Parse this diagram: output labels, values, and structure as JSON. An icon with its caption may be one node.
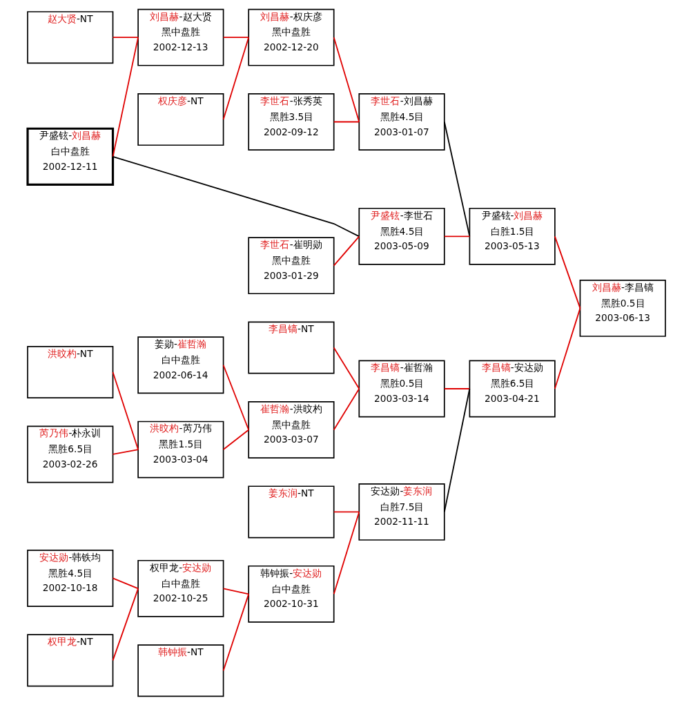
{
  "diagram": {
    "nodes": [
      {
        "text": [
          "尹盛铉-刘昌赫",
          "白中盘胜",
          "2002-12-11"
        ]
      },
      {
        "text": [
          "赵大贤-NT"
        ]
      },
      {
        "text": [
          "洪旼杓-NT"
        ]
      },
      {
        "text": [
          "芮乃伟-朴永训",
          "黑胜6.5目",
          "2003-02-26"
        ]
      },
      {
        "text": [
          "安达勋-韩铁均",
          "黑胜4.5目",
          "2002-10-18"
        ]
      },
      {
        "text": [
          "权甲龙-NT"
        ]
      },
      {
        "text": [
          "刘昌赫-赵大贤",
          "黑中盘胜",
          "2002-12-13"
        ]
      },
      {
        "text": [
          "权庆彦-NT"
        ]
      },
      {
        "text": [
          "姜勋-崔哲瀚",
          "白中盘胜",
          "2002-06-14"
        ]
      },
      {
        "text": [
          "洪旼杓-芮乃伟",
          "黑胜1.5目",
          "2003-03-04"
        ]
      },
      {
        "text": [
          "权甲龙-安达勋",
          "白中盘胜",
          "2002-10-25"
        ]
      },
      {
        "text": [
          "韩钟振-NT"
        ]
      },
      {
        "text": [
          "李世石-张秀英",
          "黑胜3.5目",
          "2002-09-12"
        ]
      },
      {
        "text": [
          "刘昌赫-权庆彦",
          "黑中盘胜",
          "2002-12-20"
        ]
      },
      {
        "text": [
          "李世石-崔明勋",
          "黑中盘胜",
          "2003-01-29"
        ]
      },
      {
        "text": [
          "李昌镐-NT"
        ]
      },
      {
        "text": [
          "崔哲瀚-洪旼杓",
          "黑中盘胜",
          "2003-03-07"
        ]
      },
      {
        "text": [
          "姜东润-NT"
        ]
      },
      {
        "text": [
          "韩钟振-安达勋",
          "白中盘胜",
          "2002-10-31"
        ]
      },
      {
        "text": [
          "李世石-刘昌赫",
          "黑胜4.5目",
          "2003-01-07"
        ]
      },
      {
        "text": [
          "尹盛铉-李世石",
          "黑胜4.5目",
          "2003-05-09"
        ]
      },
      {
        "text": [
          "李昌镐-崔哲瀚",
          "黑胜0.5目",
          "2003-03-14"
        ]
      },
      {
        "text": [
          "安达勋-姜东润",
          "白胜7.5目",
          "2002-11-11"
        ]
      },
      {
        "text": [
          "尹盛铉-刘昌赫",
          "白胜1.5目",
          "2003-05-13"
        ]
      },
      {
        "text": [
          "李昌镐-安达勋",
          "黑胜6.5目",
          "2003-04-21"
        ]
      },
      {
        "text": [
          "刘昌赫-李昌镐",
          "黑胜0.5目",
          "2003-06-13"
        ]
      }
    ],
    "edges": [
      {
        "from": 0,
        "to": 6,
        "arrow": "none"
      },
      {
        "from": 1,
        "to": 6,
        "arrow": "none"
      },
      {
        "from": 6,
        "to": 13,
        "arrow": "none"
      },
      {
        "from": 7,
        "to": 13,
        "arrow": "none"
      },
      {
        "from": 12,
        "to": 19,
        "arrow": "none"
      },
      {
        "from": 13,
        "to": 19,
        "arrow": "none"
      },
      {
        "from": 19,
        "to": 23,
        "arrow": "none",
        "color": "#000000"
      },
      {
        "from": 0,
        "to": 20,
        "arrow": "none",
        "color": "#000000"
      },
      {
        "from": 14,
        "to": 20,
        "arrow": "none"
      },
      {
        "from": 20,
        "to": 23,
        "arrow": "none"
      },
      {
        "from": 23,
        "to": 25,
        "arrow": "none"
      },
      {
        "from": 15,
        "to": 21,
        "arrow": "none"
      },
      {
        "from": 8,
        "to": 16,
        "arrow": "none"
      },
      {
        "from": 2,
        "to": 9,
        "arrow": "none"
      },
      {
        "from": 3,
        "to": 9,
        "arrow": "none"
      },
      {
        "from": 9,
        "to": 16,
        "arrow": "none"
      },
      {
        "from": 16,
        "to": 21,
        "arrow": "none"
      },
      {
        "from": 21,
        "to": 24,
        "arrow": "none"
      },
      {
        "from": 17,
        "to": 22,
        "arrow": "none"
      },
      {
        "from": 4,
        "to": 10,
        "arrow": "none"
      },
      {
        "from": 5,
        "to": 10,
        "arrow": "none"
      },
      {
        "from": 10,
        "to": 18,
        "arrow": "none"
      },
      {
        "from": 11,
        "to": 18,
        "arrow": "none"
      },
      {
        "from": 18,
        "to": 22,
        "arrow": "none"
      },
      {
        "from": 22,
        "to": 24,
        "arrow": "none",
        "color": "#000000"
      },
      {
        "from": 24,
        "to": 25,
        "arrow": "none"
      }
    ]
  }
}
